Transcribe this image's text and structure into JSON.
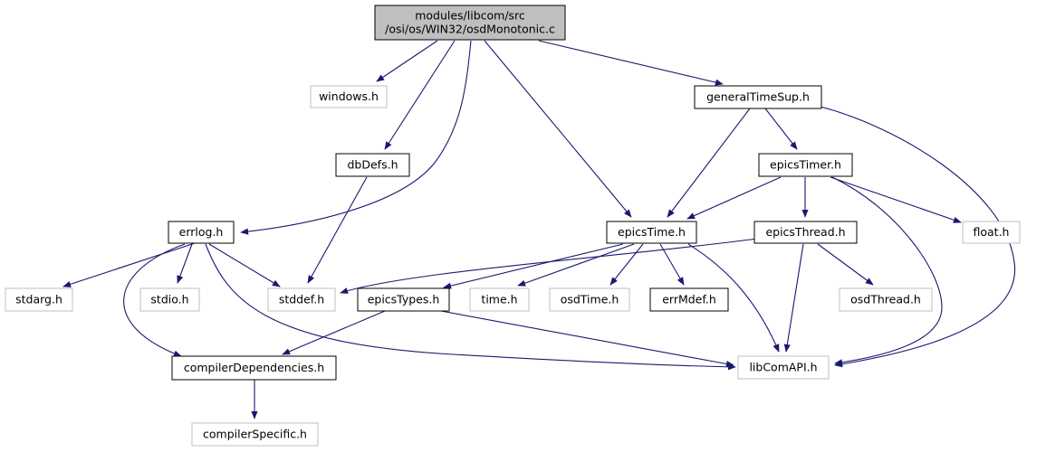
{
  "colors": {
    "root_fill": "#bfbfbf",
    "root_border": "#000000",
    "documented_border": "#000000",
    "external_border": "#bfbfbf",
    "external_text": "#808080",
    "edge": "#191970"
  },
  "nodes": [
    {
      "id": "root",
      "lines": [
        "modules/libcom/src",
        "/osi/os/WIN32/osdMonotonic.c"
      ],
      "kind": "root"
    },
    {
      "id": "windows_h",
      "lines": [
        "windows.h"
      ],
      "kind": "external"
    },
    {
      "id": "generalTimeSup_h",
      "lines": [
        "generalTimeSup.h"
      ],
      "kind": "documented"
    },
    {
      "id": "dbDefs_h",
      "lines": [
        "dbDefs.h"
      ],
      "kind": "documented"
    },
    {
      "id": "epicsTimer_h",
      "lines": [
        "epicsTimer.h"
      ],
      "kind": "documented"
    },
    {
      "id": "errlog_h",
      "lines": [
        "errlog.h"
      ],
      "kind": "documented"
    },
    {
      "id": "epicsTime_h",
      "lines": [
        "epicsTime.h"
      ],
      "kind": "documented"
    },
    {
      "id": "epicsThread_h",
      "lines": [
        "epicsThread.h"
      ],
      "kind": "documented"
    },
    {
      "id": "float_h",
      "lines": [
        "float.h"
      ],
      "kind": "external"
    },
    {
      "id": "stdarg_h",
      "lines": [
        "stdarg.h"
      ],
      "kind": "external"
    },
    {
      "id": "stdio_h",
      "lines": [
        "stdio.h"
      ],
      "kind": "external"
    },
    {
      "id": "stddef_h",
      "lines": [
        "stddef.h"
      ],
      "kind": "external"
    },
    {
      "id": "epicsTypes_h",
      "lines": [
        "epicsTypes.h"
      ],
      "kind": "documented"
    },
    {
      "id": "time_h",
      "lines": [
        "time.h"
      ],
      "kind": "external"
    },
    {
      "id": "osdTime_h",
      "lines": [
        "osdTime.h"
      ],
      "kind": "external"
    },
    {
      "id": "errMdef_h",
      "lines": [
        "errMdef.h"
      ],
      "kind": "documented"
    },
    {
      "id": "osdThread_h",
      "lines": [
        "osdThread.h"
      ],
      "kind": "external"
    },
    {
      "id": "compilerDependencies_h",
      "lines": [
        "compilerDependencies.h"
      ],
      "kind": "documented"
    },
    {
      "id": "libComAPI_h",
      "lines": [
        "libComAPI.h"
      ],
      "kind": "external"
    },
    {
      "id": "compilerSpecific_h",
      "lines": [
        "compilerSpecific.h"
      ],
      "kind": "external"
    }
  ],
  "edges": [
    {
      "from": "root",
      "to": "windows_h"
    },
    {
      "from": "root",
      "to": "generalTimeSup_h"
    },
    {
      "from": "root",
      "to": "dbDefs_h"
    },
    {
      "from": "root",
      "to": "errlog_h"
    },
    {
      "from": "root",
      "to": "epicsTime_h"
    },
    {
      "from": "generalTimeSup_h",
      "to": "epicsTime_h"
    },
    {
      "from": "generalTimeSup_h",
      "to": "epicsTimer_h"
    },
    {
      "from": "generalTimeSup_h",
      "to": "libComAPI_h"
    },
    {
      "from": "dbDefs_h",
      "to": "stddef_h"
    },
    {
      "from": "epicsTimer_h",
      "to": "epicsTime_h"
    },
    {
      "from": "epicsTimer_h",
      "to": "epicsThread_h"
    },
    {
      "from": "epicsTimer_h",
      "to": "float_h"
    },
    {
      "from": "epicsTimer_h",
      "to": "libComAPI_h"
    },
    {
      "from": "errlog_h",
      "to": "stdarg_h"
    },
    {
      "from": "errlog_h",
      "to": "stdio_h"
    },
    {
      "from": "errlog_h",
      "to": "stddef_h"
    },
    {
      "from": "errlog_h",
      "to": "compilerDependencies_h"
    },
    {
      "from": "errlog_h",
      "to": "libComAPI_h"
    },
    {
      "from": "epicsTime_h",
      "to": "epicsTypes_h"
    },
    {
      "from": "epicsTime_h",
      "to": "time_h"
    },
    {
      "from": "epicsTime_h",
      "to": "osdTime_h"
    },
    {
      "from": "epicsTime_h",
      "to": "errMdef_h"
    },
    {
      "from": "epicsTime_h",
      "to": "libComAPI_h"
    },
    {
      "from": "epicsThread_h",
      "to": "stddef_h"
    },
    {
      "from": "epicsThread_h",
      "to": "osdThread_h"
    },
    {
      "from": "epicsThread_h",
      "to": "libComAPI_h"
    },
    {
      "from": "epicsTypes_h",
      "to": "compilerDependencies_h"
    },
    {
      "from": "epicsTypes_h",
      "to": "libComAPI_h"
    },
    {
      "from": "compilerDependencies_h",
      "to": "compilerSpecific_h"
    }
  ]
}
